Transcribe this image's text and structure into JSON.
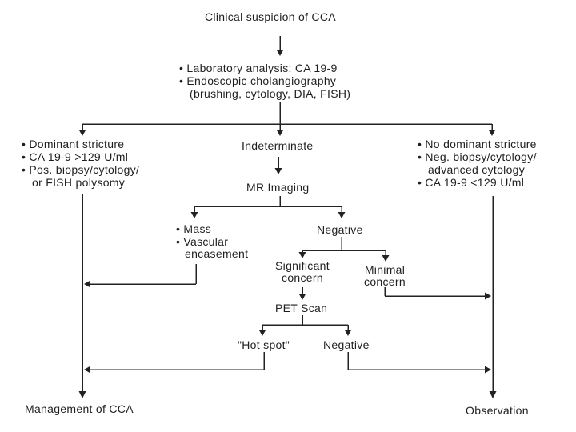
{
  "diagram": {
    "title": "Clinical suspicion of CCA flowchart",
    "background_color": "#ffffff",
    "line_color": "#222222",
    "text_color": "#1f1f1f",
    "nodes": {
      "start": {
        "label": "Clinical suspicion of CCA"
      },
      "workup": {
        "lines": [
          "• Laboratory analysis: CA 19-9",
          "• Endoscopic cholangiography",
          "(brushing, cytology, DIA, FISH)"
        ]
      },
      "positive_criteria": {
        "lines": [
          "• Dominant stricture",
          "• CA 19-9 >129 U/ml",
          "• Pos. biopsy/cytology/",
          "or FISH polysomy"
        ]
      },
      "indeterminate": {
        "label": "Indeterminate"
      },
      "negative_criteria": {
        "lines": [
          "• No dominant stricture",
          "• Neg. biopsy/cytology/",
          "advanced cytology",
          "• CA 19-9 <129 U/ml"
        ]
      },
      "mr_imaging": {
        "label": "MR Imaging"
      },
      "mass_vascular": {
        "lines": [
          "• Mass",
          "• Vascular",
          "encasement"
        ]
      },
      "mr_negative": {
        "label": "Negative"
      },
      "significant_concern": {
        "lines": [
          "Significant",
          "concern"
        ]
      },
      "minimal_concern": {
        "lines": [
          "Minimal",
          "concern"
        ]
      },
      "pet_scan": {
        "label": "PET Scan"
      },
      "hot_spot": {
        "label": "\"Hot spot\""
      },
      "pet_negative": {
        "label": "Negative"
      },
      "management": {
        "label": "Management of CCA"
      },
      "observation": {
        "label": "Observation"
      }
    }
  }
}
